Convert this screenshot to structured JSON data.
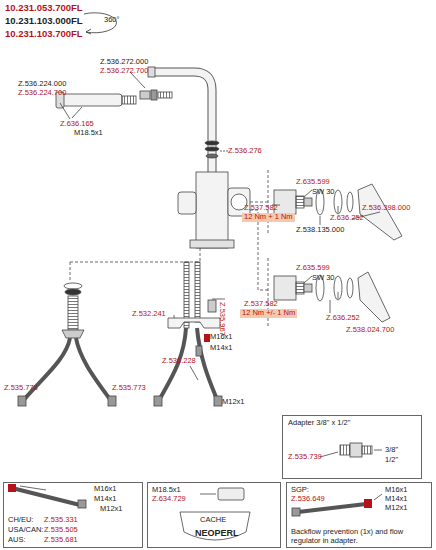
{
  "diagram": {
    "nodes": [
      {
        "text": [
          "12 Nm + 1 Nm"
        ]
      },
      {
        "text": [
          "12 Nm +/- 1 Nm"
        ]
      },
      {
        "text": [
          "Adapter 3/8\" x 1/2\"",
          "Z.535.739",
          "3/8\"",
          "1/2\""
        ]
      },
      {
        "text": [
          "M16x1",
          "M14x1",
          "M12x1",
          "CH/EU:",
          "Z.535.331",
          "USA/CAN:",
          "Z.535.505",
          "AUS:",
          "Z.535.681"
        ]
      },
      {
        "text": [
          "M18.5x1",
          "Z.634.729",
          "CACHE",
          "NEOPERL"
        ]
      },
      {
        "text": [
          "SGP:",
          "Z.536.649",
          "M16x1",
          "M14x1",
          "M12x1",
          "Backflow prevention (1x) and flow regulator in adapter."
        ]
      }
    ],
    "labels": [
      "10.231.053.700FL",
      "10.231.103.000FL",
      "10.231.103.700FL",
      "360°",
      "Z.536.272.000",
      "Z.536.272.700",
      "Z.536.224.000",
      "Z.536.224.700",
      "Z.636.165",
      "M18.5x1",
      "Z.536.276",
      "Z.635.599",
      "SW 30",
      "Z.537.582",
      "Z.636.252",
      "Z.538.135.000",
      "Z.536.398.000",
      "Z.635.599",
      "SW 30",
      "Z.636.252",
      "Z.537.582",
      "Z.538.024.700",
      "Z.532.241",
      "Z.535.967",
      "M16x1",
      "M14x1",
      "Z.535.773",
      "Z.535.773",
      "Z.536.228",
      "M12x1"
    ]
  }
}
